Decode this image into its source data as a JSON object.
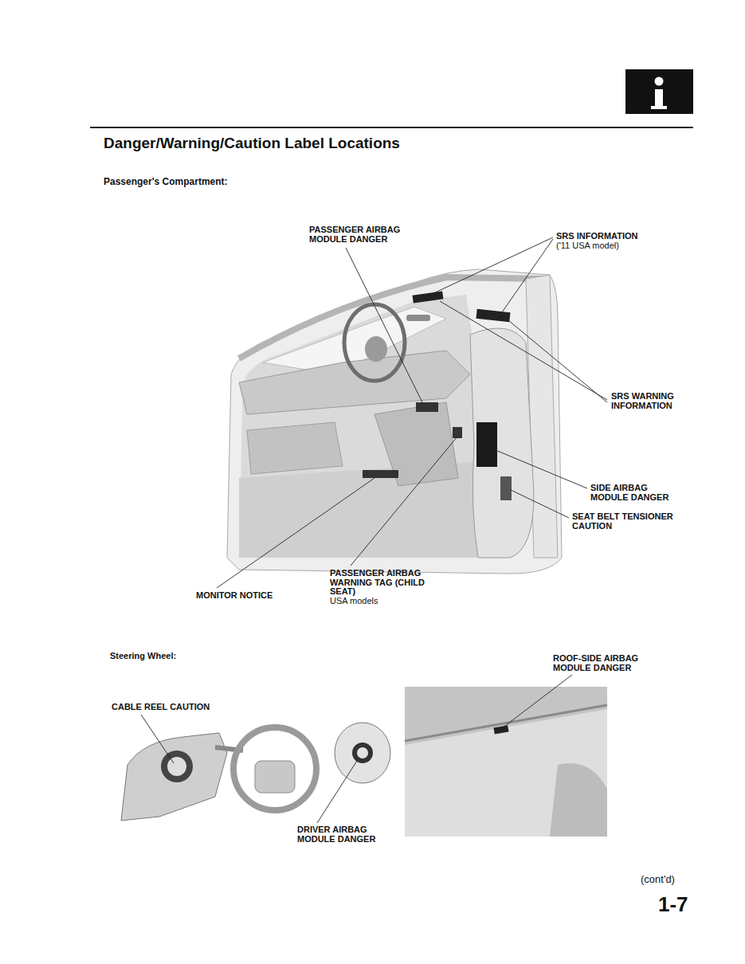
{
  "diagram": {
    "title": "Danger/Warning/Caution Label Locations",
    "labels": [
      "Passenger's Compartment:",
      "PASSENGER AIRBAG MODULE DANGER",
      "SRS INFORMATION",
      "('11 USA model)",
      "SRS WARNING INFORMATION",
      "SIDE AIRBAG MODULE DANGER",
      "SEAT BELT TENSIONER CAUTION",
      "PASSENGER AIRBAG WARNING TAG (CHILD SEAT)",
      "USA models",
      "MONITOR NOTICE",
      "Steering Wheel:",
      "ROOF-SIDE AIRBAG MODULE DANGER",
      "CABLE REEL CAUTION",
      "DRIVER AIRBAG MODULE DANGER",
      "(cont'd)",
      "1-7"
    ]
  }
}
